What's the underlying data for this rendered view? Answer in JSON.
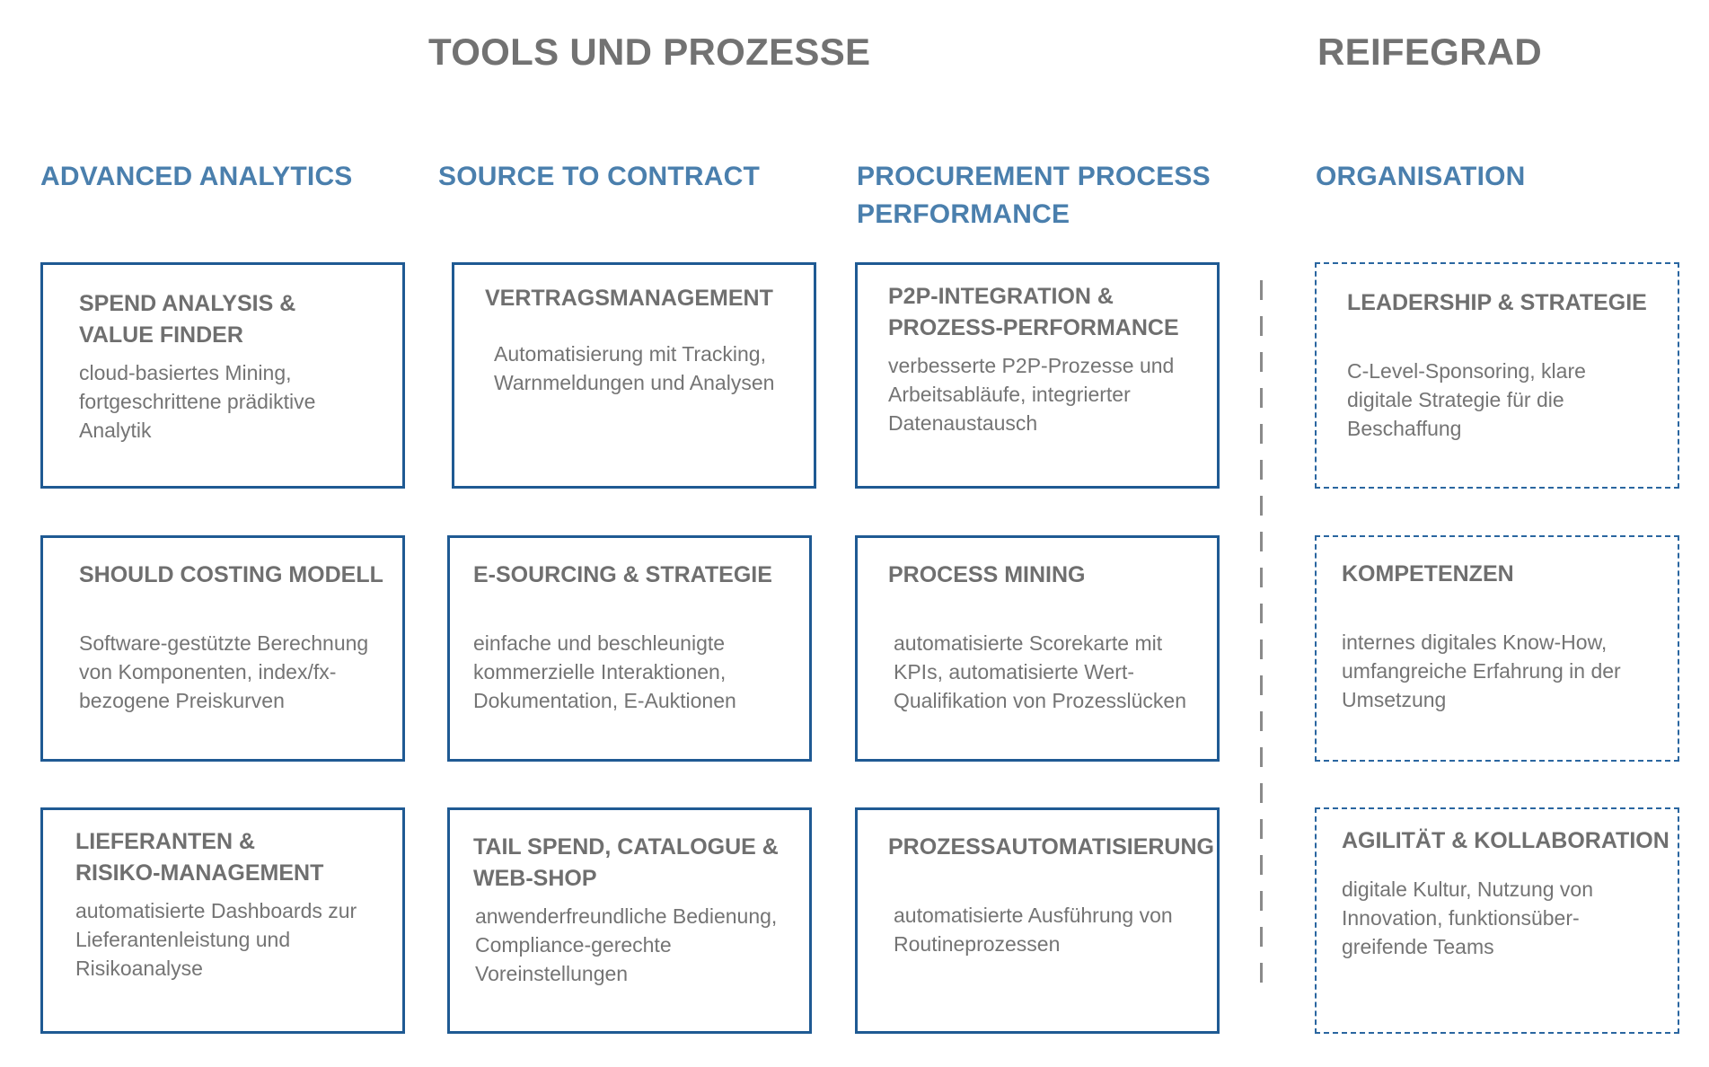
{
  "headers": {
    "tools": "TOOLS UND PROZESSE",
    "maturity": "REIFEGRAD"
  },
  "columns": [
    {
      "title": "ADVANCED ANALYTICS"
    },
    {
      "title": "SOURCE TO CONTRACT"
    },
    {
      "title": "PROCUREMENT PROCESS PERFORMANCE"
    },
    {
      "title": "ORGANISATION"
    }
  ],
  "cards": [
    [
      {
        "title": "SPEND ANALYSIS & VALUE FINDER",
        "desc": "cloud-basiertes Mining, fortgeschrittene prädiktive Analytik"
      },
      {
        "title": "SHOULD COSTING MODELL",
        "desc": "Software-gestützte Berechnung von Komponenten, index/fx-bezogene Preiskurven"
      },
      {
        "title": "LIEFERANTEN & RISIKO-MANAGEMENT",
        "desc": "automatisierte Dashboards zur Lieferantenleistung und Risikoanalyse"
      }
    ],
    [
      {
        "title": "VERTRAGSMANAGEMENT",
        "desc": "Automatisierung mit Tracking, Warnmeldungen und Analysen"
      },
      {
        "title": "E-SOURCING & STRATEGIE",
        "desc": "einfache und beschleunigte kommerzielle Interaktionen, Dokumentation, E-Auktionen"
      },
      {
        "title": "TAIL SPEND, CATALOGUE & WEB-SHOP",
        "desc": "anwenderfreundliche Bedienung, Compliance-gerechte Voreinstellungen"
      }
    ],
    [
      {
        "title": "P2P-INTEGRATION & PROZESS-PERFORMANCE",
        "desc": "verbesserte P2P-Prozesse und Arbeitsabläufe, integrierter Datenaustausch"
      },
      {
        "title": "PROCESS MINING",
        "desc": "automatisierte Scorekarte mit KPIs, automatisierte Wert-Qualifikation von Prozesslücken"
      },
      {
        "title": "PROZESSAUTOMATISIERUNG",
        "desc": "automatisierte Ausführung von Routineprozessen"
      }
    ],
    [
      {
        "title": "LEADERSHIP & STRATEGIE",
        "desc": "C-Level-Sponsoring, klare digitale Strategie für die Beschaffung"
      },
      {
        "title": "KOMPETENZEN",
        "desc": "internes digitales Know-How, umfangreiche Erfahrung in der Umsetzung"
      },
      {
        "title": "AGILITÄT & KOLLABORATION",
        "desc": "digitale Kultur, Nutzung von Innovation, funktionsüber-greifende Teams"
      }
    ]
  ]
}
